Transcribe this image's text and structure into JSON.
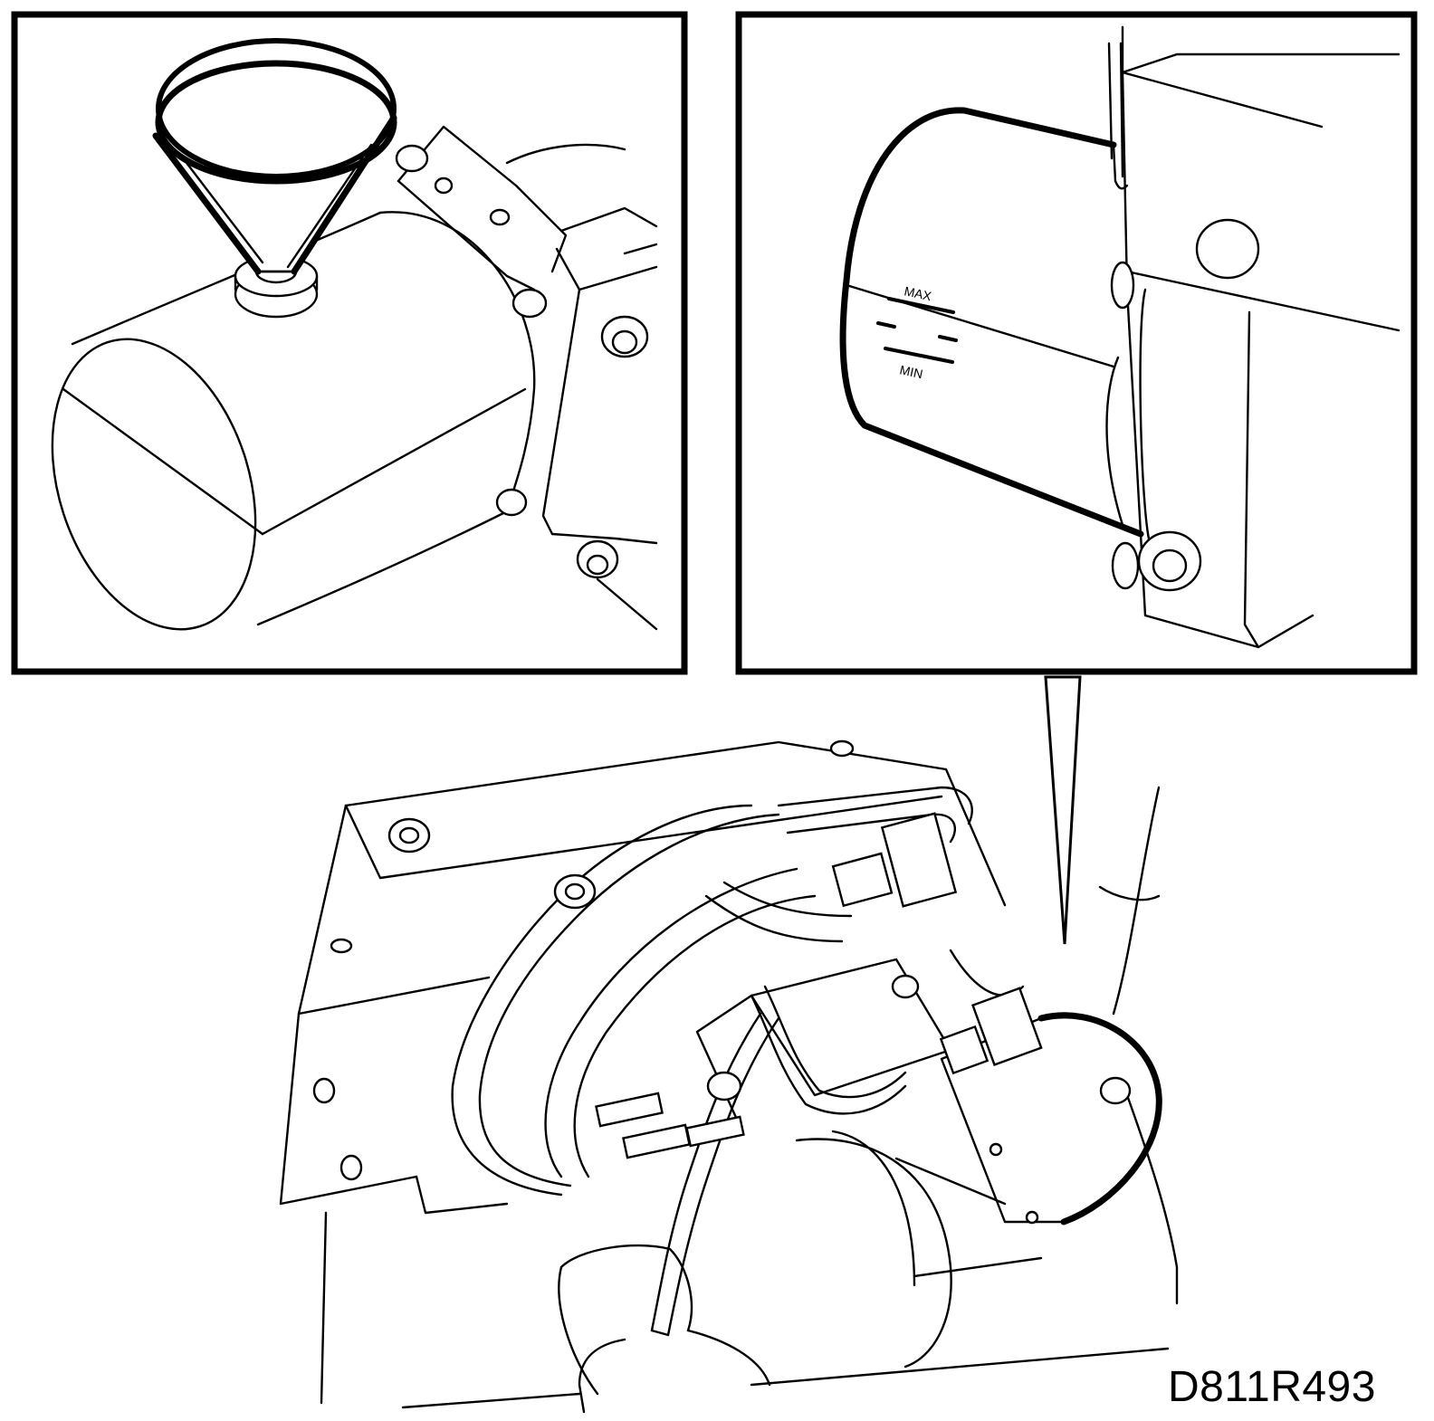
{
  "figure": {
    "drawing_code": "D811R493"
  },
  "panels": {
    "reservoir_gauge": {
      "max_label": "MAX",
      "min_label": "MIN"
    }
  }
}
